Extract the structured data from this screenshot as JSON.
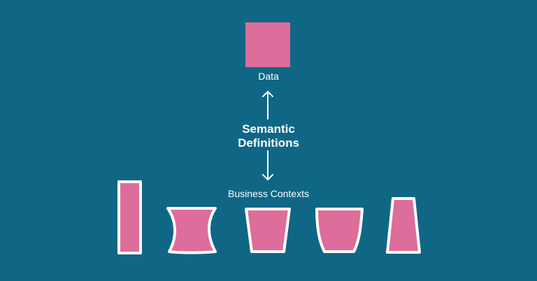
{
  "diagram": {
    "top_label": "Data",
    "middle_label_line1": "Semantic",
    "middle_label_line2": "Definitions",
    "bottom_label": "Business Contexts"
  },
  "colors": {
    "background": "#0f6785",
    "shape_fill": "#dd6d9b",
    "outline": "#ffffff"
  }
}
